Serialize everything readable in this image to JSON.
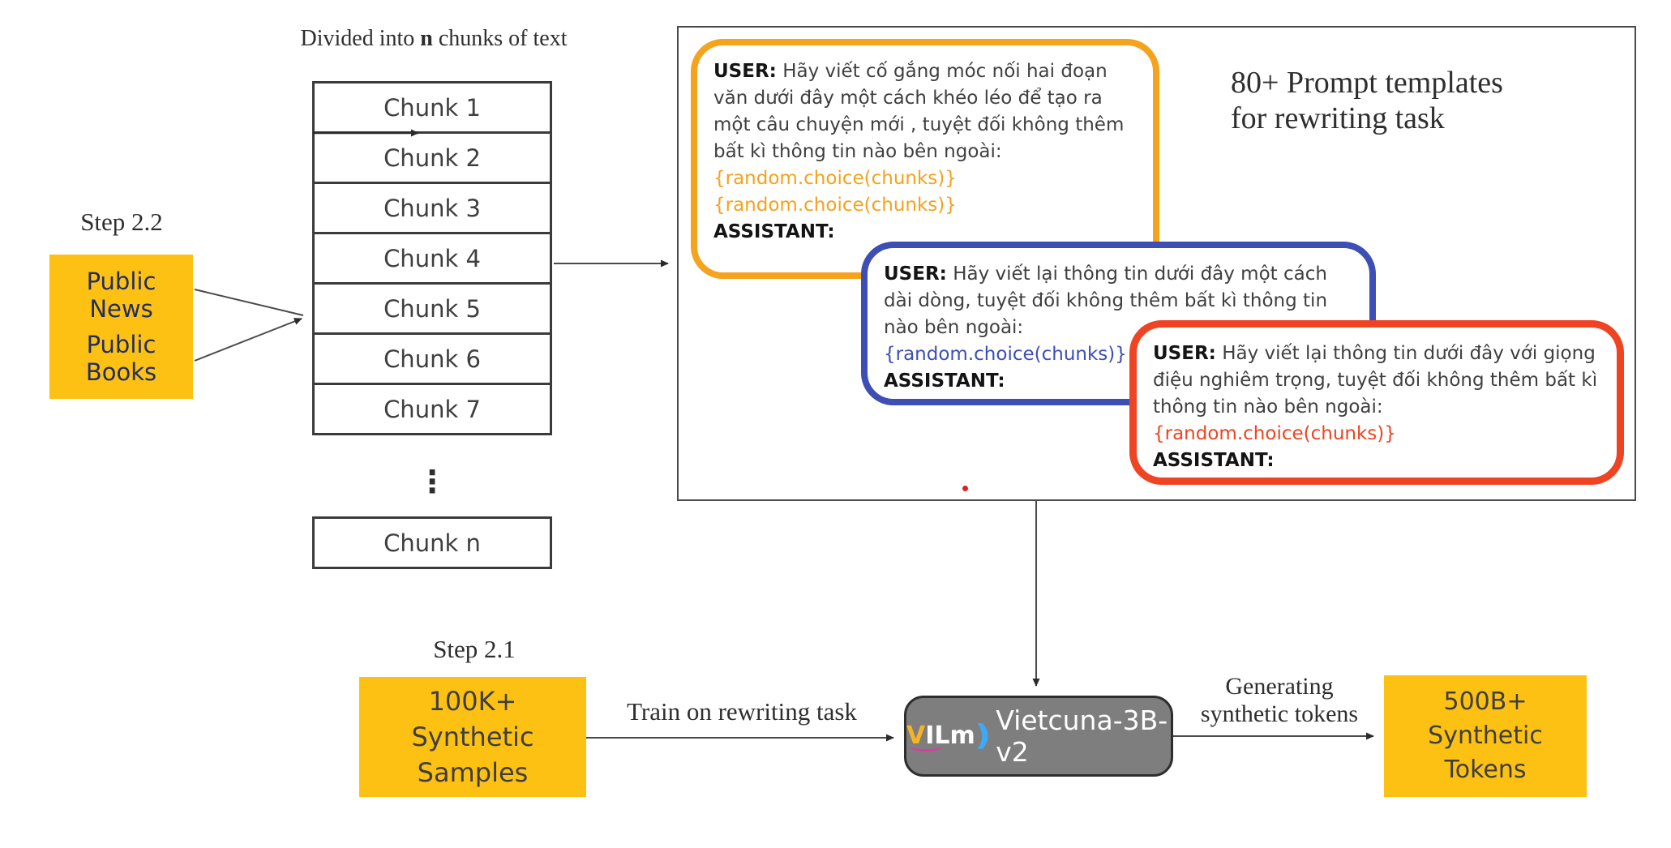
{
  "colors": {
    "yellow_box": "#FDC113",
    "orange_accent": "#F5A21D",
    "blue_accent": "#3D4EB5",
    "red_accent": "#EE4423",
    "model_box_gray": "#7E7E7E",
    "public_text_navy": "#232C5F"
  },
  "chunk_column": {
    "caption_prefix": "Divided into ",
    "caption_bold": "n",
    "caption_suffix": " chunks of text",
    "chunks": [
      "Chunk 1",
      "Chunk 2",
      "Chunk 3",
      "Chunk 4",
      "Chunk 5",
      "Chunk 6",
      "Chunk 7"
    ],
    "ellipsis": "⋮",
    "last_chunk": "Chunk n"
  },
  "step22": {
    "label": "Step 2.2",
    "sources": [
      "Public News",
      "Public Books"
    ]
  },
  "prompt_panel": {
    "title_line1": "80+ Prompt templates",
    "title_line2": "for rewriting task",
    "templates": [
      {
        "user_label": "USER:",
        "instruction": "Hãy viết cố gắng móc nối hai đoạn văn dưới đây một cách khéo léo để tạo ra một câu chuyện mới , tuyệt đối không thêm bất kì thông tin nào bên ngoài:",
        "placeholders": [
          "{random.choice(chunks)}",
          "{random.choice(chunks)}"
        ],
        "assistant_label": "ASSISTANT:",
        "accent": "#F5A21D"
      },
      {
        "user_label": "USER:",
        "instruction": "Hãy viết lại thông tin dưới đây một cách dài dòng, tuyệt đối không thêm bất kì thông tin nào bên ngoài:",
        "placeholders": [
          "{random.choice(chunks)}"
        ],
        "assistant_label": "ASSISTANT:",
        "accent": "#3D4EB5"
      },
      {
        "user_label": "USER:",
        "instruction": "Hãy viết lại thông tin dưới đây với giọng điệu nghiêm trọng, tuyệt đối không thêm bất kì thông tin nào bên ngoài:",
        "placeholders": [
          "{random.choice(chunks)}"
        ],
        "assistant_label": "ASSISTANT:",
        "accent": "#EE4423"
      }
    ]
  },
  "step21": {
    "label": "Step 2.1",
    "samples_box": "100K+ Synthetic Samples",
    "train_arrow_label": "Train on rewriting task",
    "model": {
      "logo_chars": [
        "V",
        "I",
        "L",
        "m",
        ")"
      ],
      "name": "Vietcuna-3B-v2"
    },
    "generate_arrow_label": "Generating synthetic tokens",
    "tokens_box": "500B+ Synthetic Tokens"
  }
}
